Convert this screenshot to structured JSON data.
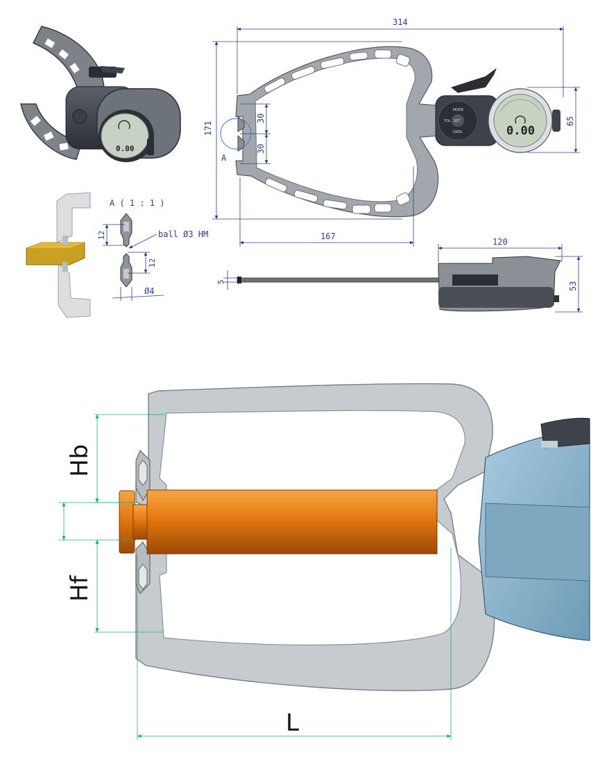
{
  "top_view": {
    "overall_length": "314",
    "overall_height": "171",
    "half_height_upper": "30",
    "half_height_lower": "30",
    "detail_marker": "A",
    "depth": "167",
    "head_height": "65"
  },
  "detail_view": {
    "title": "A ( 1 : 1 )",
    "upper_tip": "12",
    "lower_tip": "12",
    "ball_note": "ball Ø3 HM",
    "diameter": "Ø4"
  },
  "side_view": {
    "head_length": "120",
    "jaw_thickness": "5",
    "head_depth": "53"
  },
  "gauge": {
    "reading": "0.00",
    "buttons": {
      "mode": "MODE",
      "set": "SET",
      "tol": "TOL",
      "data": "DATA"
    }
  },
  "lower_figure": {
    "label_hb": "Hb",
    "label_hf": "Hf",
    "label_l": "L"
  },
  "colors": {
    "dimension_blue": "#2c3c8a",
    "dimension_green": "#20b070",
    "frame_gray": "#9ea3a8",
    "head_dark": "#3e434b",
    "housing_blue": "#8cb6cf",
    "workpiece_orange": "#e07a10"
  }
}
